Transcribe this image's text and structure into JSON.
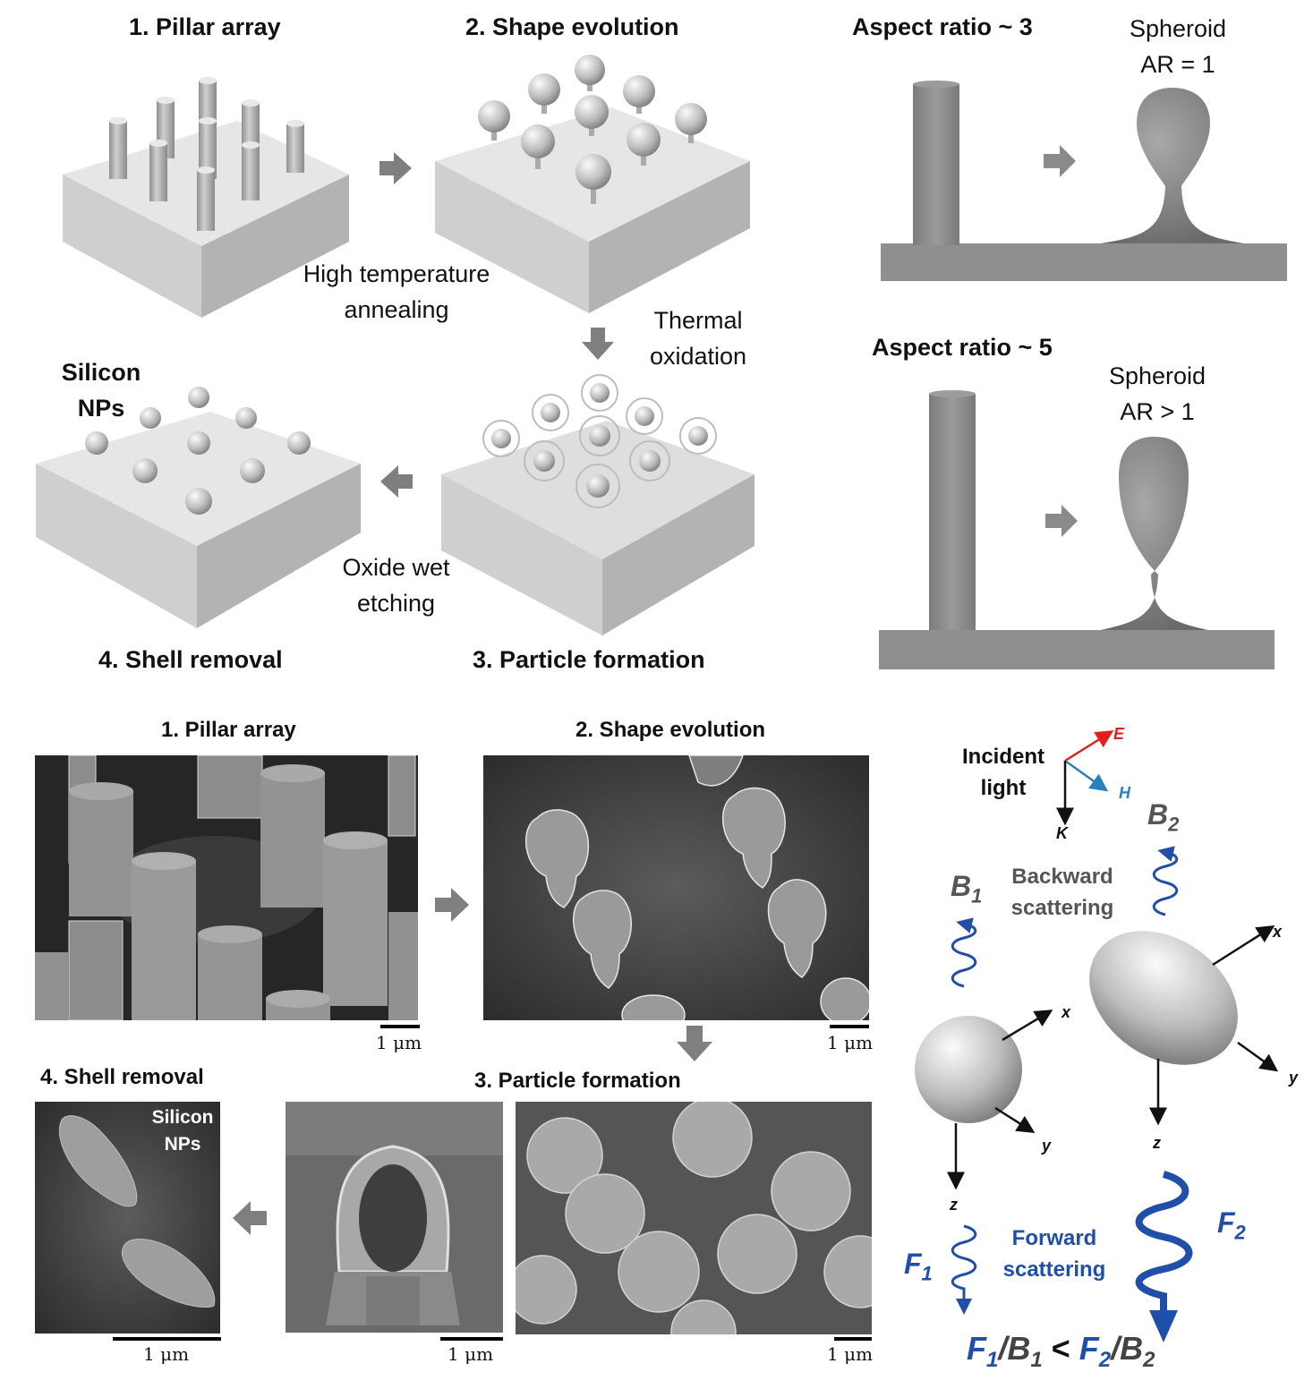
{
  "schematic": {
    "step1": "1. Pillar array",
    "step2": "2. Shape evolution",
    "step3": "3. Particle formation",
    "step4": "4. Shell removal",
    "anneal": [
      "High temperature",
      "annealing"
    ],
    "oxidation": [
      "Thermal",
      "oxidation"
    ],
    "etch": [
      "Oxide wet",
      "etching"
    ],
    "silicon_nps": [
      "Silicon",
      "NPs"
    ]
  },
  "aspect": {
    "ar3": "Aspect ratio ~ 3",
    "ar5": "Aspect ratio ~ 5",
    "sph1": [
      "Spheroid",
      "AR = 1"
    ],
    "sph2": [
      "Spheroid",
      "AR > 1"
    ]
  },
  "sem": {
    "step1": "1. Pillar array",
    "step2": "2. Shape evolution",
    "step3": "3. Particle formation",
    "step4": "4. Shell removal",
    "scale": "1 μm",
    "silicon_nps": [
      "Silicon",
      "NPs"
    ]
  },
  "scattering": {
    "incident": [
      "Incident",
      "light"
    ],
    "E": "E",
    "H": "H",
    "K": "K",
    "B1": "B",
    "B1_sub": "1",
    "B2": "B",
    "B2_sub": "2",
    "F1": "F",
    "F1_sub": "1",
    "F2": "F",
    "F2_sub": "2",
    "backward": [
      "Backward",
      "scattering"
    ],
    "forward": [
      "Forward",
      "scattering"
    ],
    "x": "x",
    "y": "y",
    "z": "z",
    "ratio": [
      "F",
      "1",
      "/B",
      "1",
      " < ",
      "F",
      "2",
      "/B",
      "2"
    ]
  },
  "colors": {
    "blue": "#1f4fa8",
    "red": "#e02020",
    "hblue": "#2a7fc0"
  }
}
